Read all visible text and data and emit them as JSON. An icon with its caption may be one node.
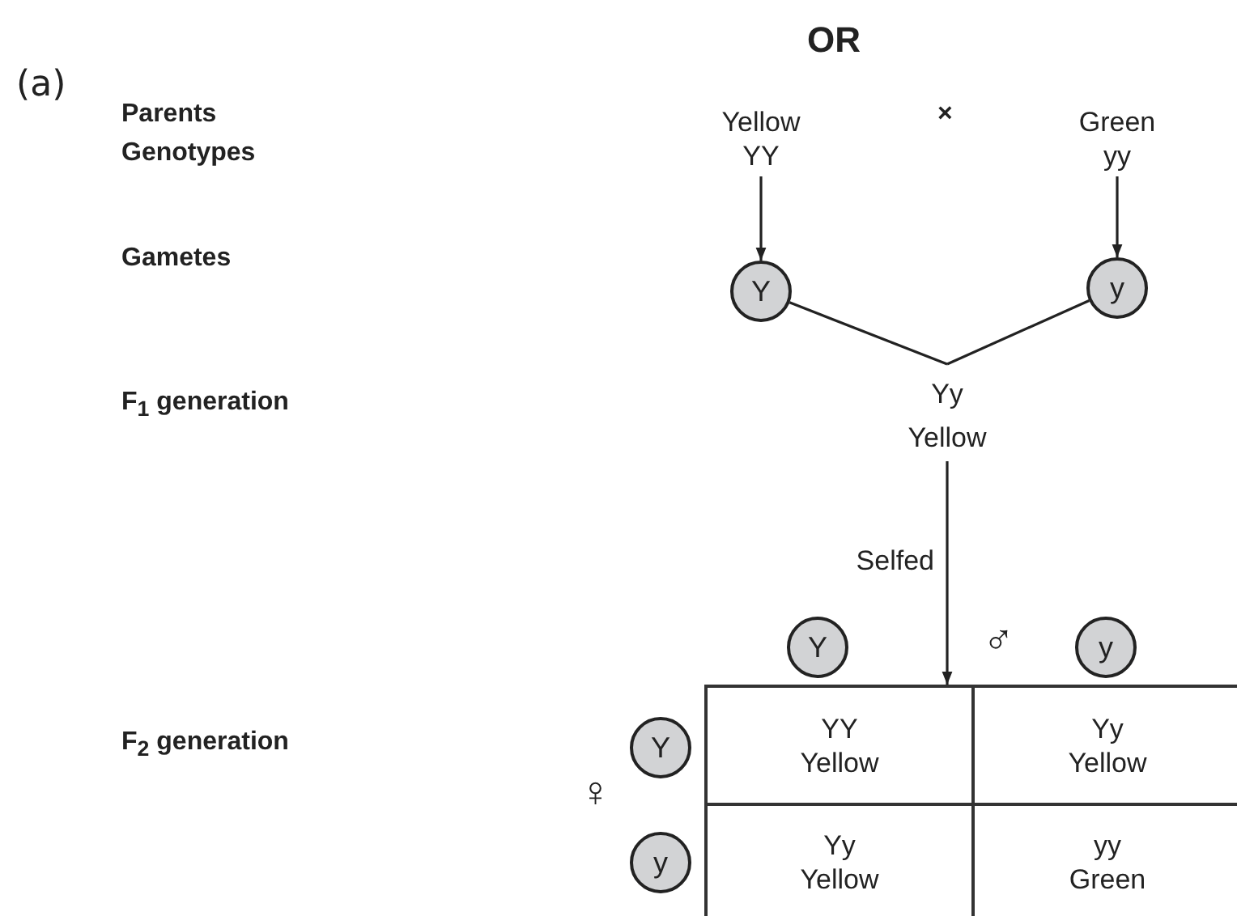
{
  "diagram": {
    "title": "OR",
    "nodes": [
      {
        "text": [
          "Yellow",
          "YY"
        ]
      },
      {
        "text": [
          "Green",
          "yy"
        ]
      },
      {
        "text": [
          "Y"
        ]
      },
      {
        "text": [
          "y"
        ]
      },
      {
        "text": [
          "Yy",
          "Yellow"
        ]
      },
      {
        "text": [
          "Y"
        ]
      },
      {
        "text": [
          "y"
        ]
      },
      {
        "text": [
          "Y"
        ]
      },
      {
        "text": [
          "y"
        ]
      },
      {
        "text": [],
        "shape": "box"
      },
      {
        "text": [
          "YY",
          "Yellow"
        ],
        "in": 9
      },
      {
        "text": [
          "Yy",
          "Yellow"
        ],
        "in": 9
      },
      {
        "text": [
          "Yy",
          "Yellow"
        ],
        "in": 9
      },
      {
        "text": [
          "yy",
          "Green"
        ],
        "in": 9
      }
    ],
    "edges": [
      {
        "from": 0,
        "to": 2,
        "arrow": "to"
      },
      {
        "from": 1,
        "to": 3,
        "arrow": "to"
      },
      {
        "from": 2,
        "to": 4,
        "arrow": "none"
      },
      {
        "from": 3,
        "to": 4,
        "arrow": "none"
      },
      {
        "from": 4,
        "to": 9,
        "arrow": "to",
        "label": "Selfed"
      }
    ],
    "labels": [
      "(a)",
      "Parents",
      "×",
      "Genotypes",
      "Gametes",
      "F$_{1}$ generation",
      "♂",
      "♀",
      "F$_{2}$ generation"
    ]
  }
}
